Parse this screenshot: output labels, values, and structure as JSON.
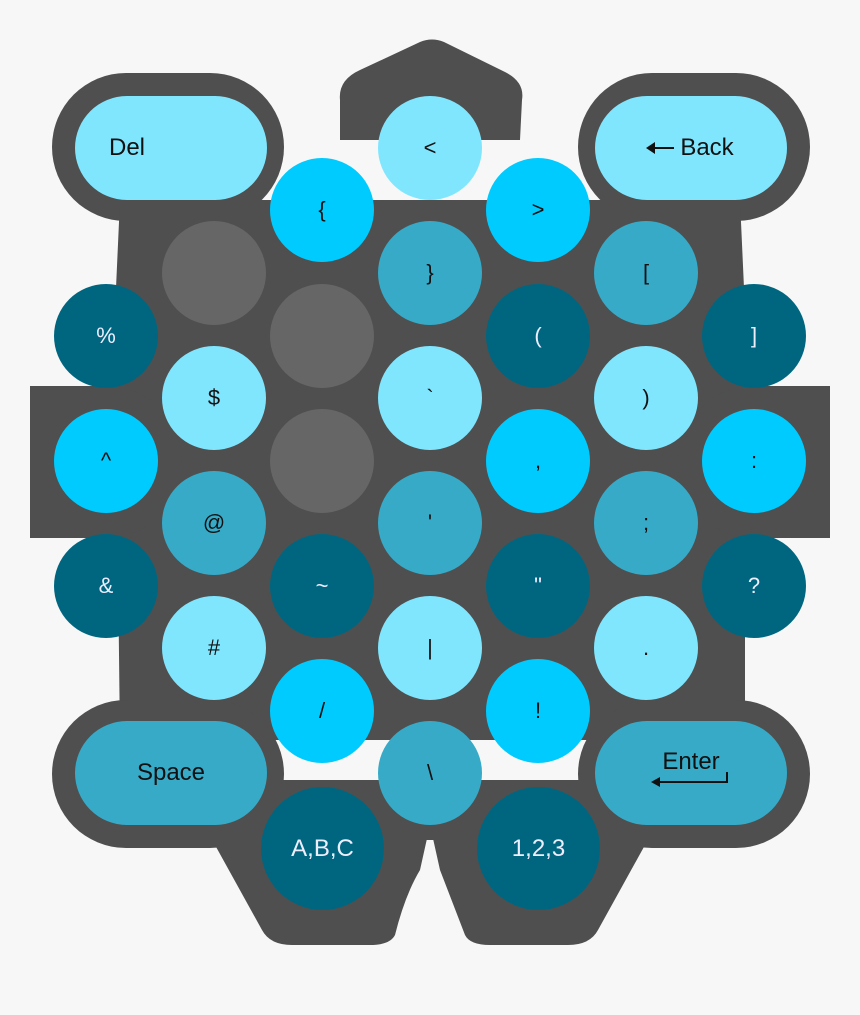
{
  "keyboard": {
    "colors": {
      "background": "#f7f7f7",
      "frame": "#4f4f4f",
      "light": "#80e6fe",
      "bright": "#00cbfe",
      "mid": "#37aac8",
      "dark": "#006680",
      "empty": "#666666"
    },
    "del_label": "Del",
    "back_label": "Back",
    "space_label": "Space",
    "enter_label": "Enter",
    "abc_label": "A,B,C",
    "num_label": "1,2,3",
    "keys": {
      "lt": "<",
      "lbrace": "{",
      "gt": ">",
      "rbrace": "}",
      "lbracket": "[",
      "percent": "%",
      "lparen": "(",
      "rbracket": "]",
      "dollar": "$",
      "backtick": "`",
      "rparen": ")",
      "caret": "^",
      "comma": ",",
      "colon": ":",
      "at": "@",
      "apostrophe": "'",
      "semicolon": ";",
      "ampersand": "&",
      "tilde": "~",
      "quote": "\"",
      "question": "?",
      "hash": "#",
      "pipe": "|",
      "period": ".",
      "slash": "/",
      "exclaim": "!",
      "backslash": "\\"
    }
  }
}
